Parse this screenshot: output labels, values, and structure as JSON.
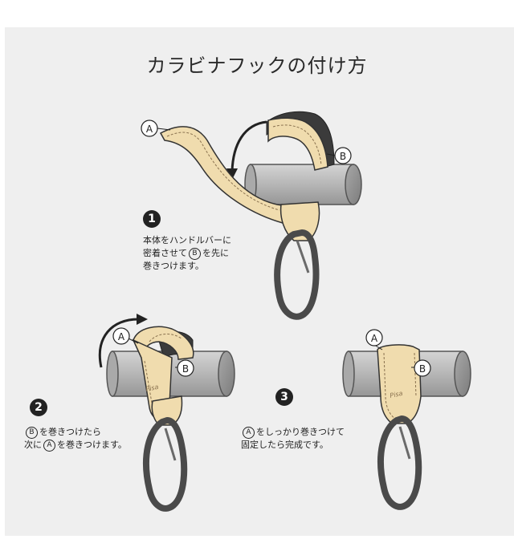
{
  "title": "カラビナフックの付け方",
  "labels": {
    "a": "A",
    "b": "B"
  },
  "steps": [
    {
      "number": "1",
      "lines": [
        "本体をハンドルバーに",
        "密着させて",
        "を先に",
        "巻きつけます。"
      ]
    },
    {
      "number": "2",
      "lines": [
        "を巻きつけたら",
        "次に",
        "を巻きつけます。"
      ]
    },
    {
      "number": "3",
      "lines": [
        "をしっかり巻きつけて",
        "固定したら完成です。"
      ]
    }
  ],
  "colors": {
    "background": "#efefef",
    "strap": "#f0dcae",
    "bar": "#b9b9b9",
    "carabiner": "#4a4a4a",
    "stitch": "#8a7250"
  }
}
